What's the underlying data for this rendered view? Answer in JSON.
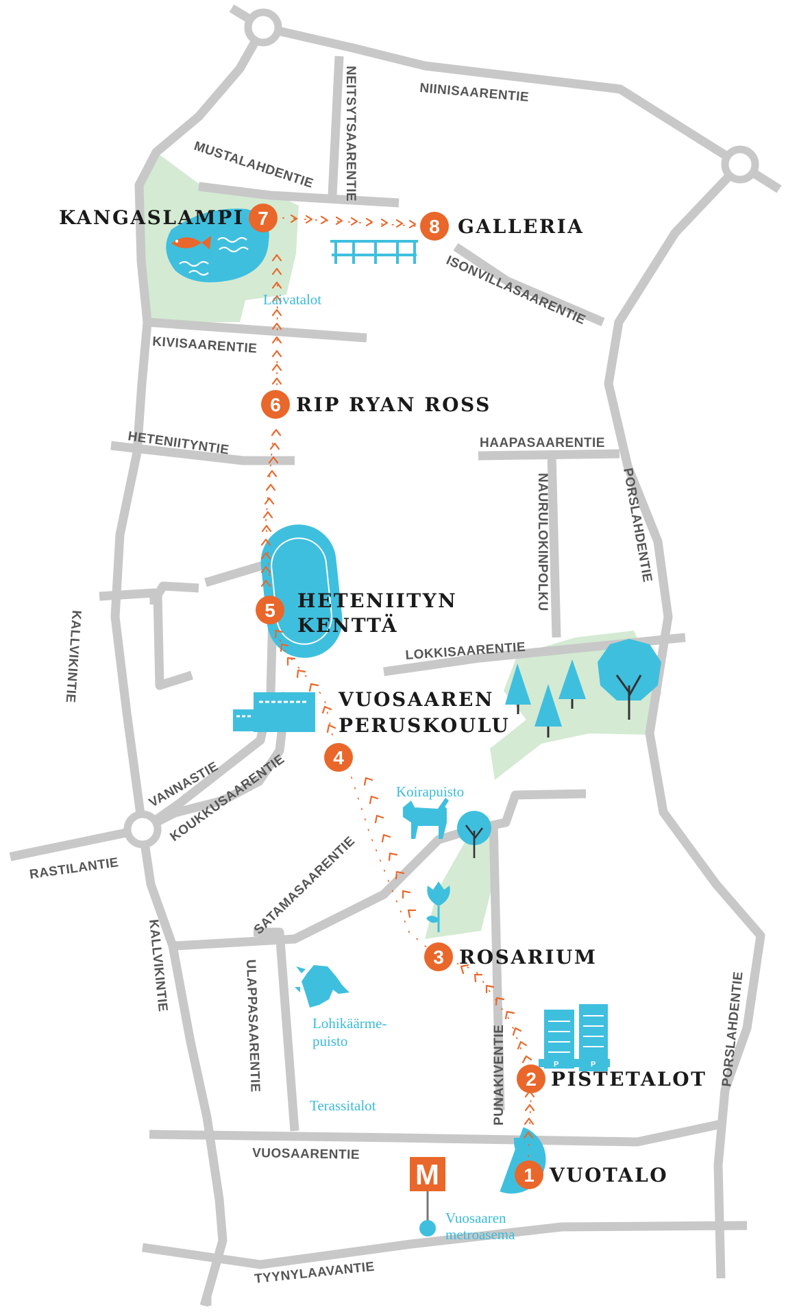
{
  "colors": {
    "route": "#e9672a",
    "marker": "#e9672a",
    "accent_blue": "#3fbfde",
    "park_green": "#d4ead3",
    "road_gray": "#c8c8c8"
  },
  "streets": [
    "NIINISAARENTIE",
    "NEITSYTSAARENTIE",
    "MUSTALAHDENTIE",
    "ISONVILLASAARENTIE",
    "KIVISAARENTIE",
    "HETENIITYNTIE",
    "HAAPASAARENTIE",
    "NAURULOKINPOLKU",
    "PORSLAHDENTIE",
    "LOKKISAARENTIE",
    "KALLVIKINTIE",
    "VANNASTIE",
    "KOUKKUSAARENTIE",
    "RASTILANTIE",
    "SATAMASAARENTIE",
    "KALLVIKINTIE",
    "ULAPPASAARENTIE",
    "PUNAKIVENTIE",
    "PORSLAHDENTIE",
    "VUOSAARENTIE",
    "TYYNYLAAVANTIE"
  ],
  "places": {
    "laivatalot": "Laivatalot",
    "koirapuisto": "Koirapuisto",
    "lohikaarme_1": "Lohikäärme-",
    "lohikaarme_2": "puisto",
    "terassitalot": "Terassitalot",
    "metro_1": "Vuosaaren",
    "metro_2": "metroasema",
    "metro_letter": "M",
    "parking": "P"
  },
  "stops": [
    {
      "num": "1",
      "label": "VUOTALO"
    },
    {
      "num": "2",
      "label": "PISTETALOT"
    },
    {
      "num": "3",
      "label": "ROSARIUM"
    },
    {
      "num": "4",
      "label_1": "VUOSAAREN",
      "label_2": "PERUSKOULU"
    },
    {
      "num": "5",
      "label_1": "HETENIITYN",
      "label_2": "KENTTÄ"
    },
    {
      "num": "6",
      "label": "RIP RYAN ROSS"
    },
    {
      "num": "7",
      "label": "KANGASLAMPI"
    },
    {
      "num": "8",
      "label": "GALLERIA"
    }
  ]
}
